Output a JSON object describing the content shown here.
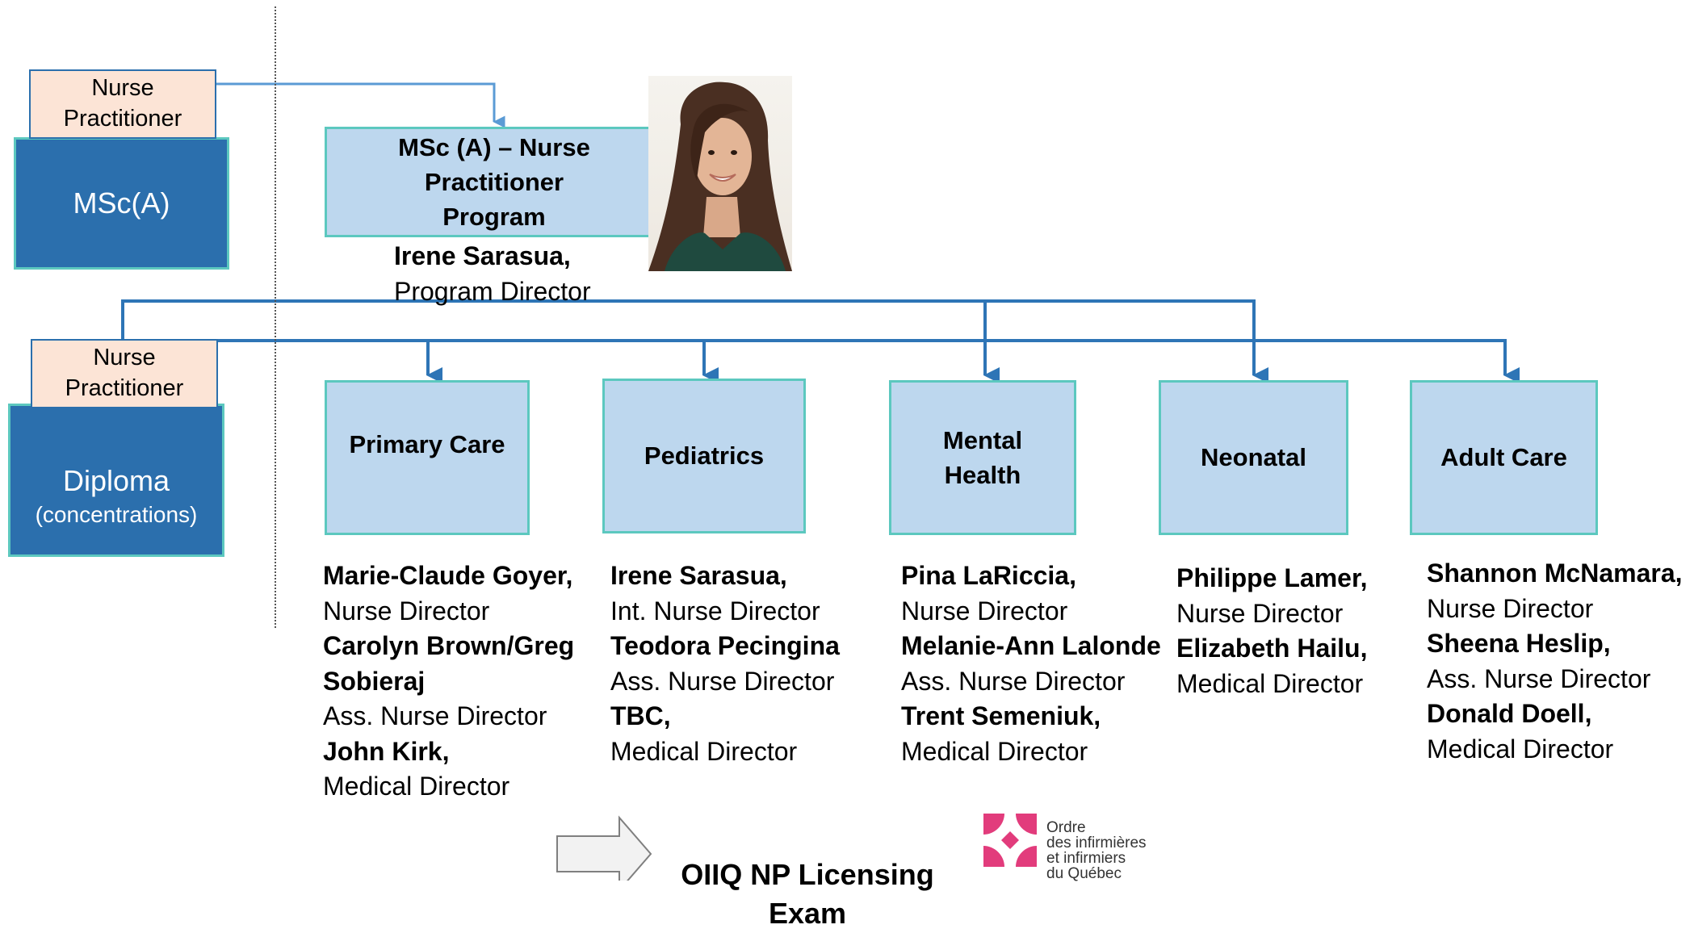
{
  "left": {
    "msc_tab": "Nurse\nPractitioner",
    "msc_box": "MSc(A)",
    "diploma_tab": "Nurse\nPractitioner",
    "diploma_box": "Diploma",
    "diploma_sub": "(concentrations)"
  },
  "program": {
    "title": "MSc (A) – Nurse\nPractitioner\nProgram",
    "director_name": "Irene Sarasua,",
    "director_role": "Program Director"
  },
  "concentrations": [
    {
      "label": "Primary Care",
      "people": [
        {
          "name": "Marie-Claude Goyer,",
          "role": "Nurse Director"
        },
        {
          "name": "Carolyn Brown/Greg",
          "name2": "Sobieraj",
          "role": "Ass. Nurse Director"
        },
        {
          "name": "John Kirk,",
          "role": "Medical Director"
        }
      ]
    },
    {
      "label": "Pediatrics",
      "people": [
        {
          "name": "Irene Sarasua,",
          "role": "Int. Nurse Director"
        },
        {
          "name": "Teodora Pecingina",
          "role": "Ass. Nurse Director"
        },
        {
          "name": "TBC,",
          "role": "Medical Director"
        }
      ]
    },
    {
      "label": "Mental\nHealth",
      "people": [
        {
          "name": "Pina LaRiccia,",
          "role": "Nurse Director"
        },
        {
          "name": "Melanie-Ann Lalonde",
          "role": "Ass. Nurse Director"
        },
        {
          "name": "Trent Semeniuk,",
          "role": "Medical Director"
        }
      ]
    },
    {
      "label": "Neonatal",
      "people": [
        {
          "name": "Philippe Lamer,",
          "role": "Nurse Director"
        },
        {
          "name": "Elizabeth Hailu,",
          "role": "Medical Director"
        }
      ]
    },
    {
      "label": "Adult Care",
      "people": [
        {
          "name": "Shannon McNamara,",
          "role": "Nurse Director"
        },
        {
          "name": "Sheena Heslip,",
          "role": "Ass. Nurse Director"
        },
        {
          "name": "Donald Doell,",
          "role": "Medical Director"
        }
      ]
    }
  ],
  "exam": {
    "label": "OIIQ NP Licensing\nExam",
    "org_text": "Ordre\ndes infirmières\net infirmiers\ndu Québec"
  },
  "colors": {
    "dark_blue": "#2b6fad",
    "light_blue": "#bdd7ee",
    "peach": "#fce4d6",
    "teal_border": "#5cc8bf",
    "arrow_blue": "#2e75b6",
    "logo_pink": "#e23c7c"
  }
}
